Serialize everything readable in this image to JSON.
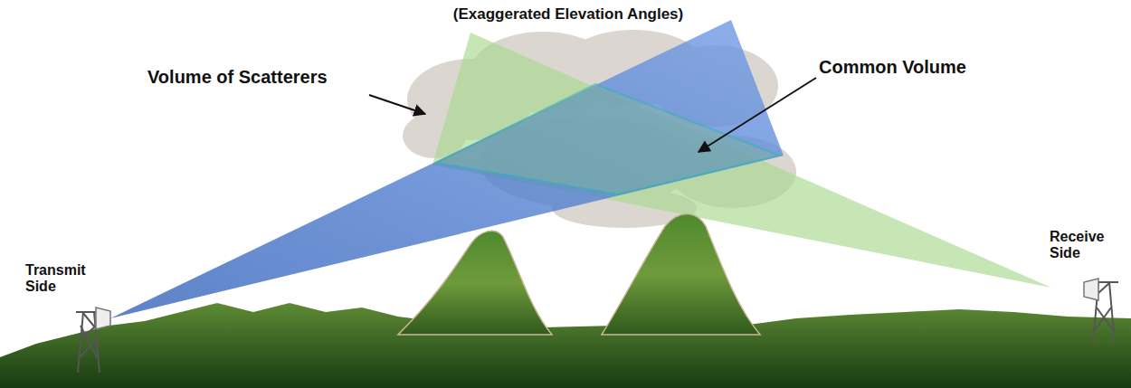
{
  "diagram": {
    "labels": [
      "(Exaggerated Elevation Angles)",
      "Volume of Scatterers",
      "Common Volume",
      "Transmit Side",
      "Receive Side"
    ]
  }
}
